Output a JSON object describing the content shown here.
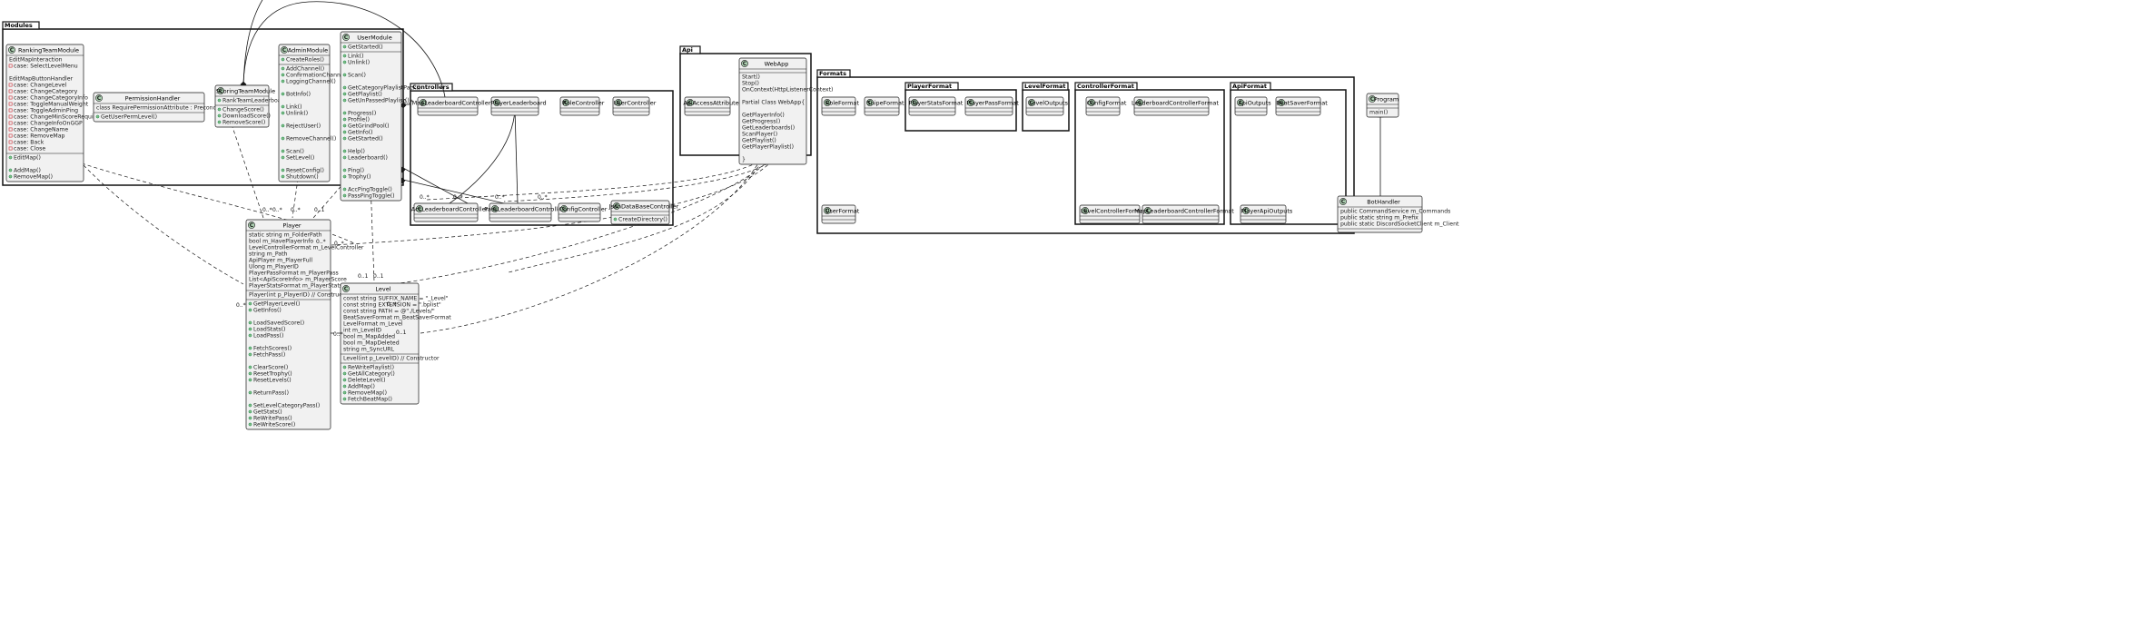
{
  "packages": [
    {
      "id": "modules",
      "name": "Modules"
    },
    {
      "id": "controllers",
      "name": "Controllers"
    },
    {
      "id": "api",
      "name": "Api"
    },
    {
      "id": "formats",
      "name": "Formats"
    },
    {
      "id": "playerformat",
      "name": "PlayerFormat"
    },
    {
      "id": "levelformat",
      "name": "LevelFormat"
    },
    {
      "id": "controllerformat",
      "name": "ControllerFormat"
    },
    {
      "id": "apiformat",
      "name": "ApiFormat"
    }
  ],
  "classes": [
    {
      "id": "RankingTeamModule",
      "name": "RankingTeamModule",
      "sections": [
        [
          {
            "t": "EditMapInteraction",
            "v": ""
          },
          {
            "t": "case: SelectLevelMenu",
            "v": "private"
          },
          {
            "t": "",
            "v": ""
          },
          {
            "t": "EditMapButtonHandler",
            "v": ""
          },
          {
            "t": "case: ChangeLevel",
            "v": "private"
          },
          {
            "t": "case: ChangeCategory",
            "v": "private"
          },
          {
            "t": "case: ChangeCategoryInfo",
            "v": "private"
          },
          {
            "t": "case: ToggleManualWeight",
            "v": "private"
          },
          {
            "t": "case: ToggleAdminPing",
            "v": "private"
          },
          {
            "t": "case: ChangeMinScoreRequirement",
            "v": "private"
          },
          {
            "t": "case: ChangeInfoOnGGP",
            "v": "private"
          },
          {
            "t": "case: ChangeName",
            "v": "private"
          },
          {
            "t": "case: RemoveMap",
            "v": "private"
          },
          {
            "t": "case: Back",
            "v": "private"
          },
          {
            "t": "case: Close",
            "v": "private"
          }
        ],
        [
          {
            "t": "EditMap()",
            "v": "public"
          },
          {
            "t": "",
            "v": ""
          },
          {
            "t": "AddMap()",
            "v": "public"
          },
          {
            "t": "RemoveMap()",
            "v": "public"
          }
        ]
      ]
    },
    {
      "id": "PermissionHandler",
      "name": "PermissionHandler",
      "sections": [
        [
          {
            "t": "class RequirePermissionAttribute : PreconditionAttribute",
            "v": ""
          }
        ],
        [
          {
            "t": "GetUserPermLevel()",
            "v": "public"
          }
        ]
      ]
    },
    {
      "id": "ScoringTeamModule",
      "name": "ScoringTeamModule",
      "sections": [
        [
          {
            "t": "RankTeamLeaderboard()",
            "v": "public"
          }
        ],
        [
          {
            "t": "ChangeScore()",
            "v": "public"
          },
          {
            "t": "DownloadScore()",
            "v": "public"
          },
          {
            "t": "RemoveScore()",
            "v": "public"
          }
        ]
      ]
    },
    {
      "id": "AdminModule",
      "name": "AdminModule",
      "sections": [
        [
          {
            "t": "CreateRoles()",
            "v": "public"
          }
        ],
        [
          {
            "t": "AddChannel()",
            "v": "public"
          },
          {
            "t": "ConfirmationChannel()",
            "v": "public"
          },
          {
            "t": "LoggingChannel()",
            "v": "public"
          },
          {
            "t": "",
            "v": ""
          },
          {
            "t": "BotInfo()",
            "v": "public"
          },
          {
            "t": "",
            "v": ""
          },
          {
            "t": "Link()",
            "v": "public"
          },
          {
            "t": "Unlink()",
            "v": "public"
          },
          {
            "t": "",
            "v": ""
          },
          {
            "t": "RejectUser()",
            "v": "public"
          },
          {
            "t": "",
            "v": ""
          },
          {
            "t": "RemoveChannel()",
            "v": "public"
          },
          {
            "t": "",
            "v": ""
          },
          {
            "t": "Scan()",
            "v": "public"
          },
          {
            "t": "SetLevel()",
            "v": "public"
          },
          {
            "t": "",
            "v": ""
          },
          {
            "t": "ResetConfig()",
            "v": "public"
          },
          {
            "t": "Shutdown()",
            "v": "public"
          }
        ]
      ]
    },
    {
      "id": "UserModule",
      "name": "UserModule",
      "sections": [
        [
          {
            "t": "GetStarted()",
            "v": "public"
          }
        ],
        [
          {
            "t": "Link()",
            "v": "public"
          },
          {
            "t": "Unlink()",
            "v": "public"
          },
          {
            "t": "",
            "v": ""
          },
          {
            "t": "Scan()",
            "v": "public"
          },
          {
            "t": "",
            "v": ""
          },
          {
            "t": "GetCategoryPlaylistPack()",
            "v": "public"
          },
          {
            "t": "GetPlaylist()",
            "v": "public"
          },
          {
            "t": "GetUnPassedPlaylist()",
            "v": "public"
          },
          {
            "t": "",
            "v": ""
          },
          {
            "t": "Progress()",
            "v": "public"
          },
          {
            "t": "Profile()",
            "v": "public"
          },
          {
            "t": "GetGrindPool()",
            "v": "public"
          },
          {
            "t": "GetInfo()",
            "v": "public"
          },
          {
            "t": "GetStarted()",
            "v": "public"
          },
          {
            "t": "",
            "v": ""
          },
          {
            "t": "Help()",
            "v": "public"
          },
          {
            "t": "Leaderboard()",
            "v": "public"
          },
          {
            "t": "",
            "v": ""
          },
          {
            "t": "Ping()",
            "v": "public"
          },
          {
            "t": "Trophy()",
            "v": "public"
          },
          {
            "t": "",
            "v": ""
          },
          {
            "t": "AccPingToggle()",
            "v": "public"
          },
          {
            "t": "PassPingToggle()",
            "v": "public"
          }
        ]
      ]
    },
    {
      "id": "MapLeaderboardController",
      "name": "MapLeaderboardController",
      "sections": [
        [],
        []
      ]
    },
    {
      "id": "PlayerLeaderboard",
      "name": "PlayerLeaderboard",
      "sections": [
        [],
        []
      ]
    },
    {
      "id": "RoleController",
      "name": "RoleController",
      "sections": [
        [],
        []
      ]
    },
    {
      "id": "UserController",
      "name": "UserController",
      "sections": [
        [],
        []
      ]
    },
    {
      "id": "AccLeaderboardController",
      "name": "AccLeaderboardController",
      "sections": [
        [],
        []
      ]
    },
    {
      "id": "PassLeaderboardController",
      "name": "PassLeaderboardController",
      "sections": [
        [],
        []
      ]
    },
    {
      "id": "ConfigController",
      "name": "ConfigController",
      "sections": [
        [],
        []
      ]
    },
    {
      "id": "JsonDataBaseController",
      "name": "JsonDataBaseController",
      "sections": [
        [],
        [
          {
            "t": "CreateDirectory()",
            "v": "public"
          }
        ]
      ]
    },
    {
      "id": "ApiAccessAttribute",
      "name": "ApiAccessAttribute",
      "sections": [
        [],
        []
      ]
    },
    {
      "id": "WebApp",
      "name": "WebApp",
      "sections": [
        [],
        [
          {
            "t": "Start()",
            "v": ""
          },
          {
            "t": "Stop()",
            "v": ""
          },
          {
            "t": "OnContext(HttpListenerContext)",
            "v": ""
          },
          {
            "t": "",
            "v": ""
          },
          {
            "t": "Partial Class WebApp{",
            "v": ""
          },
          {
            "t": "",
            "v": ""
          },
          {
            "t": "GetPlayerInfo()",
            "v": ""
          },
          {
            "t": "GetProgress()",
            "v": ""
          },
          {
            "t": "GetLeaderboards()",
            "v": ""
          },
          {
            "t": "ScanPlayer()",
            "v": ""
          },
          {
            "t": "GetPlaylist()",
            "v": ""
          },
          {
            "t": "GetPlayerPlaylist()",
            "v": ""
          },
          {
            "t": "",
            "v": ""
          },
          {
            "t": "}",
            "v": ""
          }
        ]
      ]
    },
    {
      "id": "RoleFormat",
      "name": "RoleFormat",
      "sections": [
        [],
        []
      ]
    },
    {
      "id": "SnipeFormat",
      "name": "SnipeFormat",
      "sections": [
        [],
        []
      ]
    },
    {
      "id": "PlayerStatsFormat",
      "name": "PlayerStatsFormat",
      "sections": [
        [],
        []
      ]
    },
    {
      "id": "PlayerPassFormat",
      "name": "PlayerPassFormat",
      "sections": [
        [],
        []
      ]
    },
    {
      "id": "LevelOutputs",
      "name": "LevelOutputs",
      "sections": [
        [],
        []
      ]
    },
    {
      "id": "ConfigFormat",
      "name": "ConfigFormat",
      "sections": [
        [],
        []
      ]
    },
    {
      "id": "LeaderboardControllerFormat",
      "name": "LeaderboardControllerFormat",
      "sections": [
        [],
        []
      ]
    },
    {
      "id": "ApiOutputs",
      "name": "ApiOutputs",
      "sections": [
        [],
        []
      ]
    },
    {
      "id": "BeatSaverFormat",
      "name": "BeatSaverFormat",
      "sections": [
        [],
        []
      ]
    },
    {
      "id": "UserFormat",
      "name": "UserFormat",
      "sections": [
        [],
        []
      ]
    },
    {
      "id": "LevelControllerFormat",
      "name": "LevelControllerFormat",
      "sections": [
        [],
        []
      ]
    },
    {
      "id": "MapLeaderboardControllerFormat",
      "name": "MapLeaderboardControllerFormat",
      "sections": [
        [],
        []
      ]
    },
    {
      "id": "PlayerApiOutputs",
      "name": "PlayerApiOutputs",
      "sections": [
        [],
        []
      ]
    },
    {
      "id": "Program",
      "name": "Program",
      "sections": [
        [],
        [
          {
            "t": "main()",
            "v": ""
          }
        ]
      ]
    },
    {
      "id": "BotHandler",
      "name": "BotHandler",
      "sections": [
        [
          {
            "t": "public CommandService m_Commands",
            "v": ""
          },
          {
            "t": "public static string m_Prefix",
            "v": ""
          },
          {
            "t": "public static DiscordSocketClient m_Client",
            "v": ""
          }
        ],
        []
      ]
    },
    {
      "id": "Player",
      "name": "Player",
      "sections": [
        [
          {
            "t": "static string m_FolderPath",
            "v": ""
          },
          {
            "t": "bool m_HavePlayerInfo",
            "v": ""
          },
          {
            "t": "LevelControllerFormat m_LevelController",
            "v": ""
          },
          {
            "t": "string m_Path",
            "v": ""
          },
          {
            "t": "ApiPlayer m_PlayerFull",
            "v": ""
          },
          {
            "t": "Ulong m_PlayerID",
            "v": ""
          },
          {
            "t": "PlayerPassFormat m_PlayerPass",
            "v": ""
          },
          {
            "t": "List<ApiScoreInfo> m_PlayerScore",
            "v": ""
          },
          {
            "t": "PlayerStatsFormat m_PlayerStats",
            "v": ""
          }
        ],
        [
          {
            "t": "Player(int p_PlayerID) // Constructor",
            "v": ""
          }
        ],
        [
          {
            "t": "GetPlayerLevel()",
            "v": "public"
          },
          {
            "t": "GetInfos()",
            "v": "public"
          },
          {
            "t": "",
            "v": ""
          },
          {
            "t": "LoadSavedScore()",
            "v": "public"
          },
          {
            "t": "LoadStats()",
            "v": "public"
          },
          {
            "t": "LoadPass()",
            "v": "public"
          },
          {
            "t": "",
            "v": ""
          },
          {
            "t": "FetchScores()",
            "v": "public"
          },
          {
            "t": "FetchPass()",
            "v": "public"
          },
          {
            "t": "",
            "v": ""
          },
          {
            "t": "ClearScore()",
            "v": "public"
          },
          {
            "t": "ResetTrophy()",
            "v": "public"
          },
          {
            "t": "ResetLevels()",
            "v": "public"
          },
          {
            "t": "",
            "v": ""
          },
          {
            "t": "ReturnPass()",
            "v": "public"
          },
          {
            "t": "",
            "v": ""
          },
          {
            "t": "SetLevelCategoryPass()",
            "v": "public"
          },
          {
            "t": "GetStats()",
            "v": "public"
          },
          {
            "t": "ReWritePass()",
            "v": "public"
          },
          {
            "t": "ReWriteScore()",
            "v": "public"
          }
        ]
      ]
    },
    {
      "id": "Level",
      "name": "Level",
      "sections": [
        [
          {
            "t": "const string SUFFIX_NAME = \"_Level\"",
            "v": ""
          },
          {
            "t": "const string EXTENSION = \".bplist\"",
            "v": ""
          },
          {
            "t": "const string PATH = @\"./Levels/\"",
            "v": ""
          },
          {
            "t": "BeatSaverFormat m_BeatSaverFormat",
            "v": ""
          },
          {
            "t": "LevelFormat m_Level",
            "v": ""
          },
          {
            "t": "int m_LevelID",
            "v": ""
          },
          {
            "t": "bool m_MapAdded",
            "v": ""
          },
          {
            "t": "bool m_MapDeleted",
            "v": ""
          },
          {
            "t": "string m_SyncURL",
            "v": ""
          }
        ],
        [
          {
            "t": "Level(int p_LevelID) // Constructor",
            "v": ""
          }
        ],
        [
          {
            "t": "ReWritePlaylist()",
            "v": "public"
          },
          {
            "t": "GetAllCategory()",
            "v": "public"
          },
          {
            "t": "DeleteLevel()",
            "v": "public"
          },
          {
            "t": "AddMap()",
            "v": "public"
          },
          {
            "t": "RemoveMap()",
            "v": "public"
          },
          {
            "t": "FetchBeatMap()",
            "v": "public"
          }
        ]
      ]
    }
  ],
  "multiplicities": [
    "0..*",
    "0..*",
    "0..*",
    "0..*",
    "0..*",
    "0..*",
    "0..*",
    "0..1",
    "0..*",
    "0..1",
    "0..1",
    "0..1",
    "0..*",
    "0..*",
    "0..*",
    "0..*",
    "0..*"
  ]
}
